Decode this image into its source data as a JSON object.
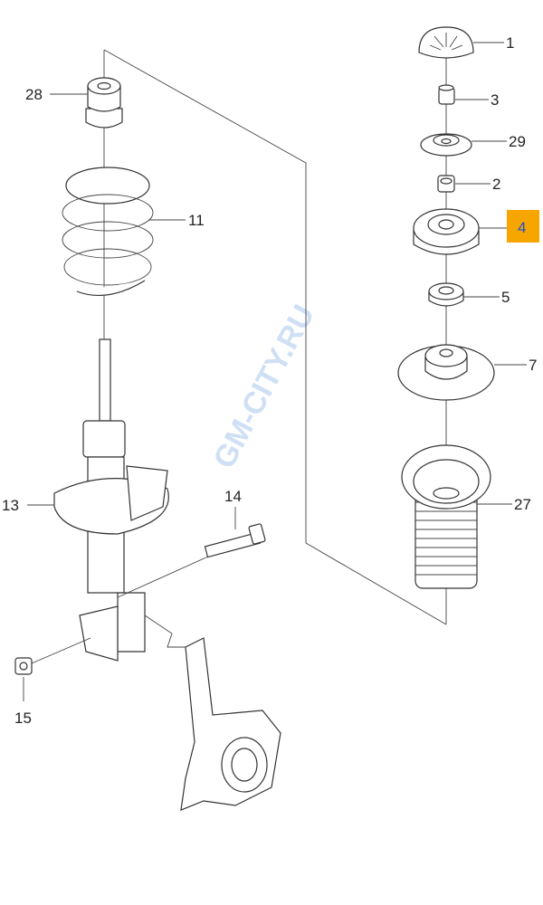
{
  "watermark": "GM-CITY.RU",
  "highlight_color": "#f7a600",
  "highlight_text_color": "#1f4fd0",
  "callouts": {
    "p1": "1",
    "p2": "2",
    "p3": "3",
    "p4": "4",
    "p5": "5",
    "p7": "7",
    "p11": "11",
    "p13": "13",
    "p14": "14",
    "p15": "15",
    "p27": "27",
    "p28": "28",
    "p29": "29"
  },
  "highlighted_part": "4"
}
